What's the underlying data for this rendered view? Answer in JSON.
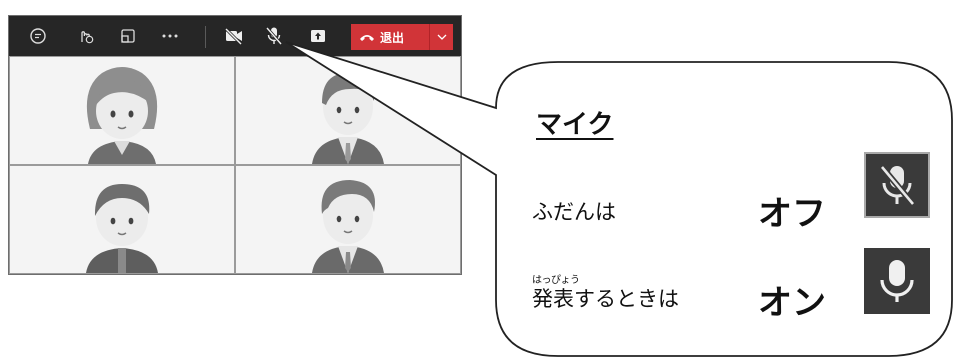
{
  "toolbar": {
    "icons": [
      "chat-icon",
      "reactions-icon",
      "share-tray-icon",
      "more-options-icon",
      "camera-off-icon",
      "microphone-off-icon",
      "share-screen-icon"
    ],
    "leave_label": "退出",
    "leave_color": "#d13438"
  },
  "video_grid": {
    "participants": [
      "participant-girl",
      "participant-man-suit",
      "participant-boy",
      "participant-man-tie"
    ]
  },
  "callout": {
    "title": "マイク",
    "off": {
      "label": "ふだんは",
      "state": "オフ",
      "icon": "microphone-off-icon"
    },
    "on": {
      "label_ruby_base": "発表",
      "label_ruby_reading": "はっぴょう",
      "label_rest": "するときは",
      "state": "オン",
      "icon": "microphone-on-icon"
    }
  }
}
